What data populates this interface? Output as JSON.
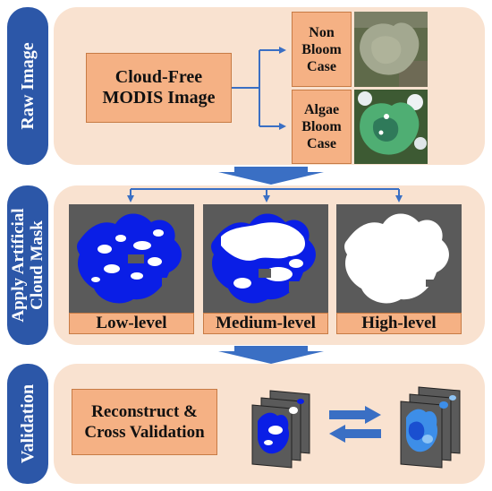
{
  "stages": {
    "raw": {
      "label": "Raw Image"
    },
    "mask": {
      "label": "Apply Artificial\nCloud Mask"
    },
    "validation": {
      "label": "Validation"
    }
  },
  "boxes": {
    "source": "Cloud-Free\nMODIS Image",
    "non_bloom": "Non\nBloom\nCase",
    "algae_bloom": "Algae\nBloom\nCase",
    "reconstruct": "Reconstruct &\nCross Validation"
  },
  "mask_levels": [
    "Low-level",
    "Medium-level",
    "High-level"
  ],
  "colors": {
    "panel": "#f9e2d0",
    "tab": "#2c57a8",
    "box": "#f5b184",
    "arrow": "#3a6fc4",
    "mask_blue": "#0a1ee6",
    "mask_gray": "#5a5a5a"
  }
}
